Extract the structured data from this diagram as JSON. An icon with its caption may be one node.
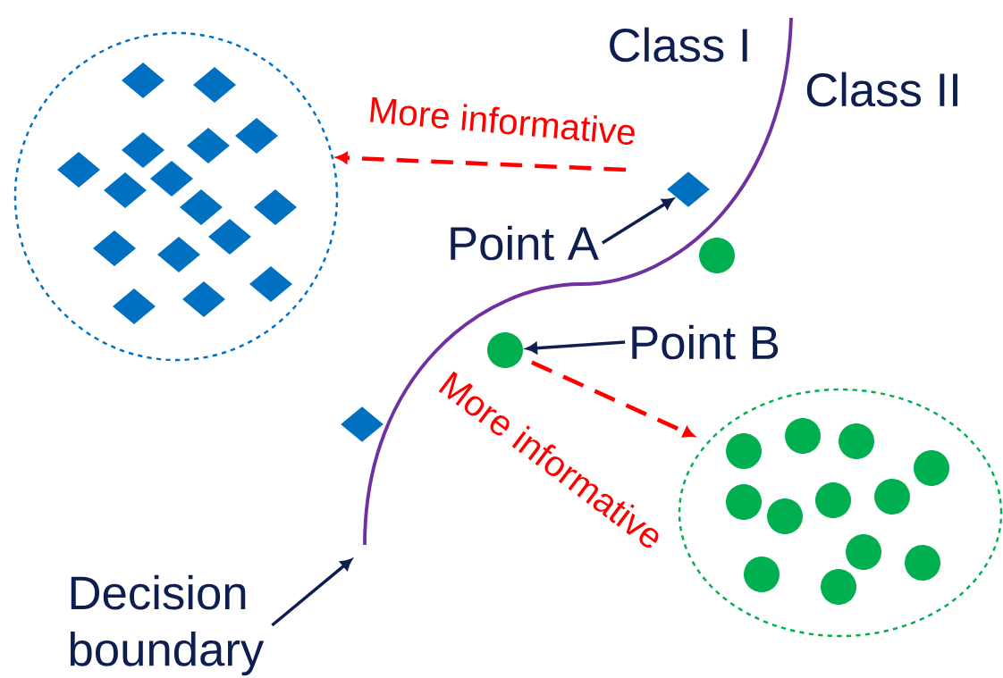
{
  "diagram": {
    "nodes": [
      {
        "text": [],
        "shape": "ellipse"
      },
      {
        "text": [
          "Point A"
        ]
      },
      {
        "text": [],
        "shape": "diamond"
      },
      {
        "text": [
          "Point B"
        ]
      },
      {
        "text": [],
        "shape": "circle"
      },
      {
        "text": [],
        "shape": "ellipse"
      },
      {
        "text": [
          "Decision boundary"
        ]
      },
      {
        "text": [],
        "shape": "diamond"
      },
      {
        "text": [],
        "shape": "circle"
      }
    ],
    "edges": [
      {
        "from": 1,
        "to": 2,
        "arrow": "to"
      },
      {
        "from": 3,
        "to": 4,
        "arrow": "to"
      },
      {
        "from": 6,
        "to": null,
        "arrow": "to"
      },
      {
        "from": null,
        "to": 0,
        "arrow": "to",
        "label": "More informative",
        "style": "dashed",
        "color": "#ff0000"
      },
      {
        "from": 4,
        "to": 5,
        "arrow": "to",
        "label": "More informative",
        "style": "dashed",
        "color": "#ff0000"
      }
    ],
    "labels": [
      "Class I",
      "Class II"
    ]
  }
}
